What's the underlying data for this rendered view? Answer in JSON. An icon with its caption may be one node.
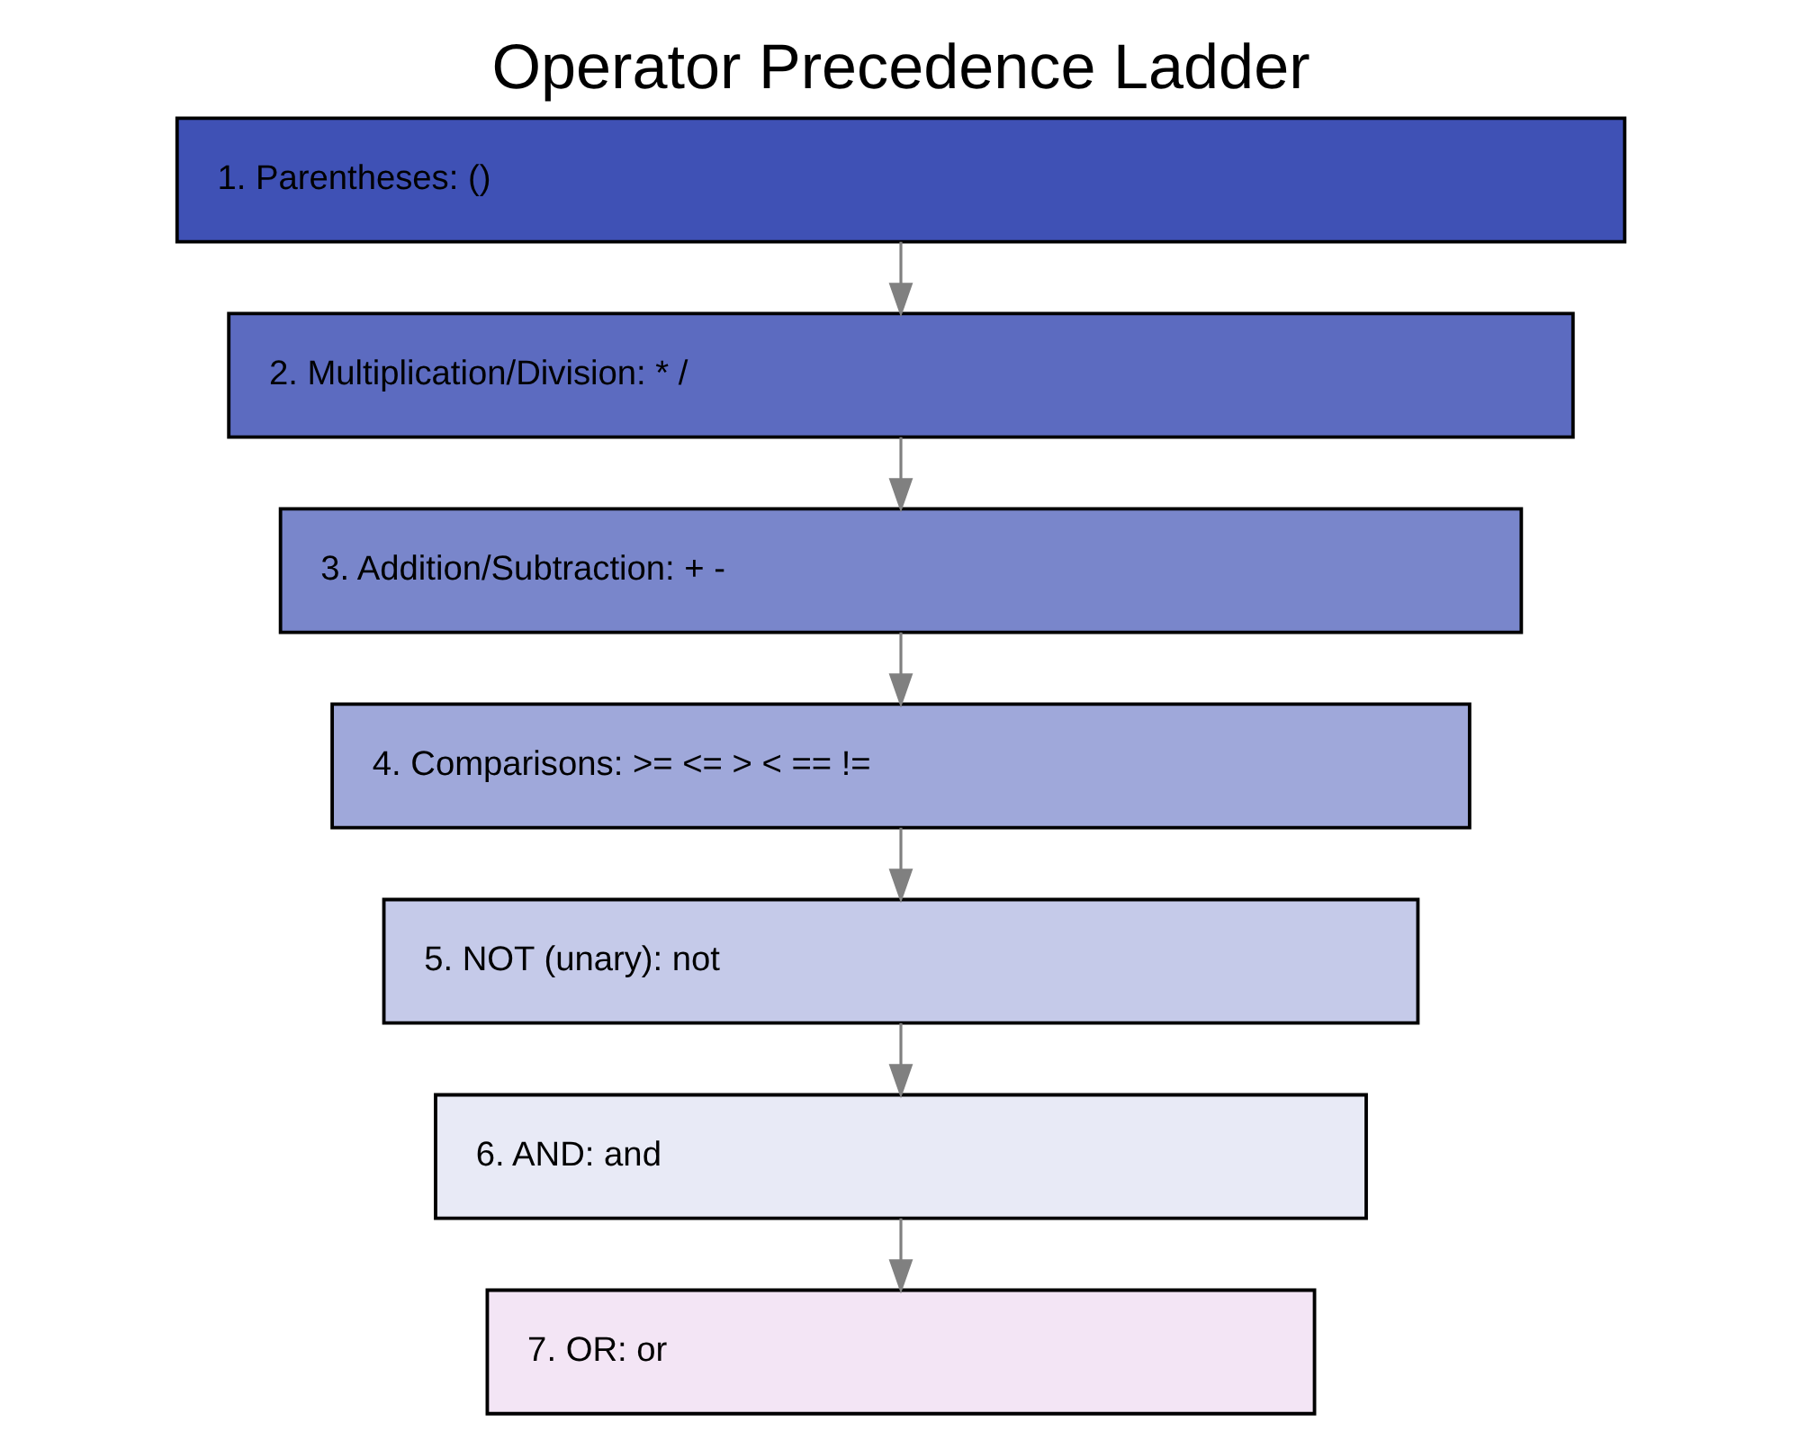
{
  "diagram": {
    "title": "Operator Precedence Ladder",
    "nodes": [
      {
        "text": [
          "1. Parentheses: ()"
        ]
      },
      {
        "text": [
          "2. Multiplication/Division: * /"
        ]
      },
      {
        "text": [
          "3. Addition/Subtraction: + -"
        ]
      },
      {
        "text": [
          "4. Comparisons: >= <= > < == !="
        ]
      },
      {
        "text": [
          "5. NOT (unary): not"
        ]
      },
      {
        "text": [
          "6. AND: and"
        ]
      },
      {
        "text": [
          "7. OR: or"
        ]
      }
    ],
    "edges": [
      {
        "from": 0,
        "to": 1,
        "arrow": "to",
        "color": "#808080"
      },
      {
        "from": 1,
        "to": 2,
        "arrow": "to",
        "color": "#808080"
      },
      {
        "from": 2,
        "to": 3,
        "arrow": "to",
        "color": "#808080"
      },
      {
        "from": 3,
        "to": 4,
        "arrow": "to",
        "color": "#808080"
      },
      {
        "from": 4,
        "to": 5,
        "arrow": "to",
        "color": "#808080"
      },
      {
        "from": 5,
        "to": 6,
        "arrow": "to",
        "color": "#808080"
      }
    ]
  }
}
